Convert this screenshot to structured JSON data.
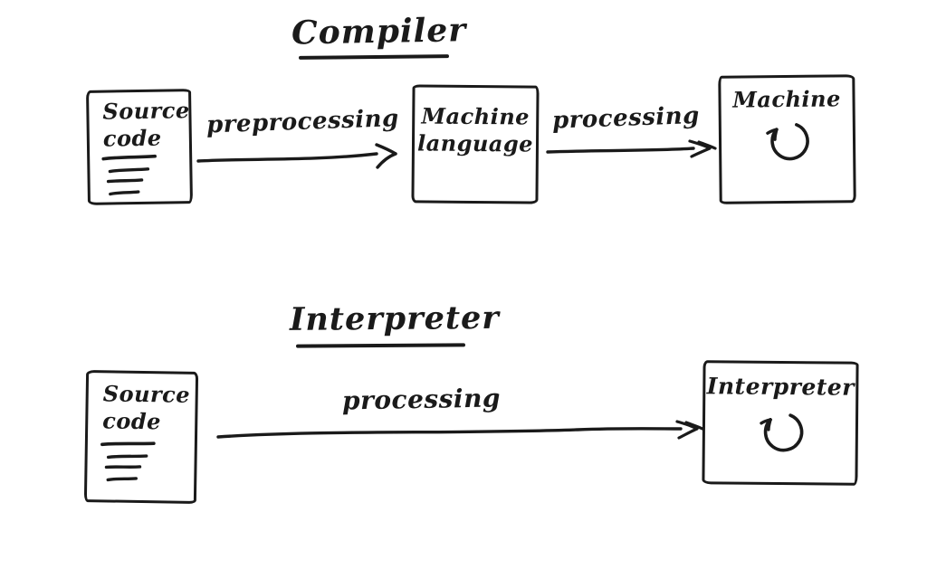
{
  "colors": {
    "ink": "#1a1a1a",
    "paper": "#ffffff"
  },
  "compiler_section": {
    "title": "Compiler",
    "source_code_box": {
      "label_line1": "Source",
      "label_line2": "code",
      "icon": "text-lines-icon"
    },
    "preprocessing_arrow": {
      "label": "preprocessing"
    },
    "machine_language_box": {
      "label_line1": "Machine",
      "label_line2": "language"
    },
    "processing_arrow": {
      "label": "processing"
    },
    "machine_box": {
      "label": "Machine",
      "icon": "loop-arrow-icon"
    }
  },
  "interpreter_section": {
    "title": "Interpreter",
    "source_code_box": {
      "label_line1": "Source",
      "label_line2": "code",
      "icon": "text-lines-icon"
    },
    "processing_arrow": {
      "label": "processing"
    },
    "interpreter_box": {
      "label": "Interpreter",
      "icon": "loop-arrow-icon"
    }
  }
}
